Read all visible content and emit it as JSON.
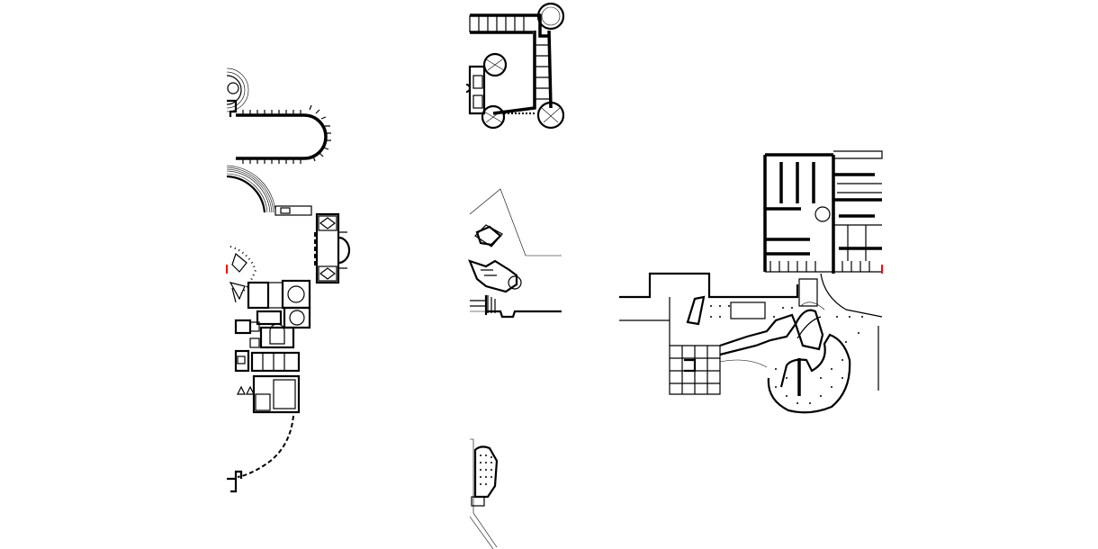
{
  "drawing": {
    "background": "#ffffff",
    "line_color": "#000000",
    "marker_color": "#ff0000",
    "plans": [
      {
        "id": "left-plan",
        "icon": "site-plan-icon"
      },
      {
        "id": "castle-plan",
        "icon": "castle-plan-icon"
      },
      {
        "id": "middle-fragment-plan",
        "icon": "building-fragment-icon"
      },
      {
        "id": "bottom-fragment-plan",
        "icon": "building-fragment-icon"
      },
      {
        "id": "right-complex-plan",
        "icon": "building-complex-icon"
      }
    ]
  }
}
